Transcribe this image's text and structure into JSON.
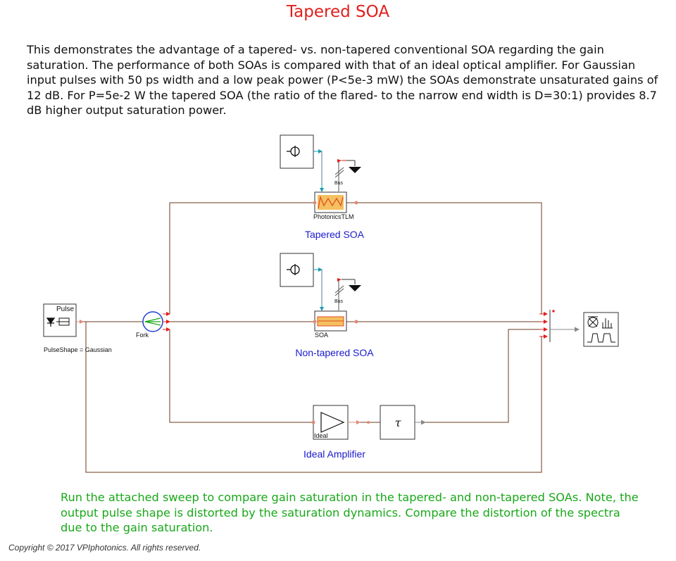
{
  "title": "Tapered SOA",
  "description": "This demonstrates the advantage of a tapered- vs. non-tapered conventional SOA regarding the gain saturation. The performance of both SOAs is compared with that of an ideal optical amplifier. For Gaussian input pulses with 50 ps width and a low peak power (P<5e-3 mW) the SOAs demonstrate unsaturated gains of 12 dB. For P=5e-2 W the tapered SOA (the ratio of the flared- to the narrow end width is D=30:1) provides 8.7 dB higher output saturation power.",
  "diagram": {
    "pulse_label": "Pulse",
    "pulse_param": "PulseShape = Gaussian",
    "fork_label": "Fork",
    "tapered_module_label": "PhotonicsTLM",
    "tapered_caption": "Tapered SOA",
    "soa_module_label": "SOA",
    "nontapered_caption": "Non-tapered SOA",
    "ideal_module_label": "Ideal",
    "ideal_caption": "Ideal Amplifier",
    "bus_label": "Bus",
    "bus_label_2": "Bus"
  },
  "note": "Run the attached sweep to compare gain saturation in the tapered- and non-tapered SOAs. Note, the output pulse shape is distorted by the saturation dynamics. Compare the distortion of the spectra due to the gain saturation.",
  "copyright": "Copyright © 2017 VPIphotonics. All rights reserved.",
  "colors": {
    "title": "#e0201c",
    "caption": "#1a1acc",
    "note": "#19a819",
    "wire": "#6b3b1e",
    "port_red": "#e02020",
    "port_teal": "#1a9ab0",
    "port_salmon": "#e08a78"
  }
}
